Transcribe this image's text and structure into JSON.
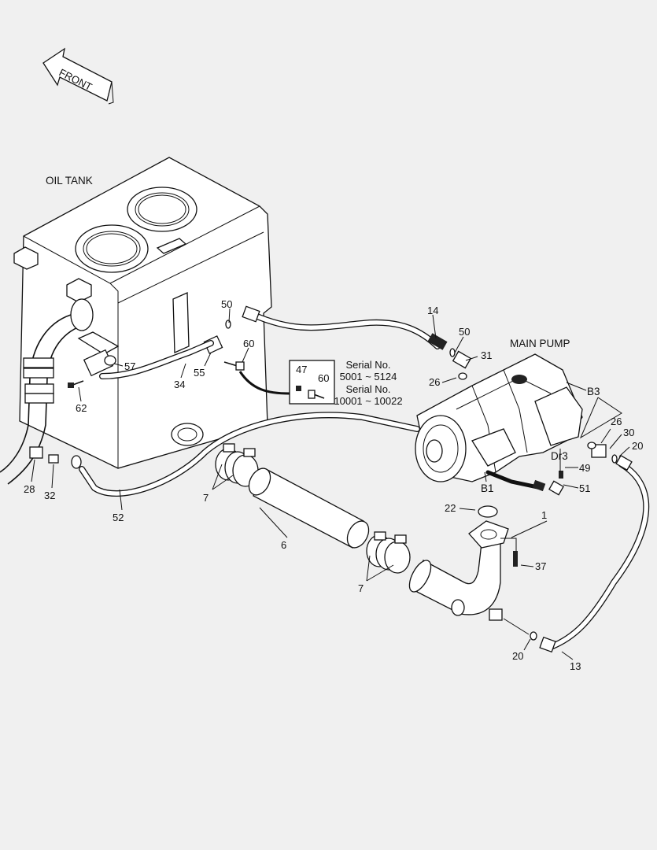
{
  "arrow": {
    "label": "FRONT"
  },
  "titles": {
    "oil_tank": "OIL TANK",
    "main_pump": "MAIN PUMP"
  },
  "serial_box": {
    "header": "Serial No.",
    "range_1": "5001 ~ 5124",
    "header_2": "Serial No.",
    "range_2": "10001 ~ 10022",
    "parts": [
      "47",
      "60"
    ]
  },
  "ports": {
    "b1": "B1",
    "b3": "B3",
    "dr3": "Dr3"
  },
  "callouts": {
    "c1": "1",
    "c6": "6",
    "c7a": "7",
    "c7b": "7",
    "c13": "13",
    "c14": "14",
    "c20a": "20",
    "c20b": "20",
    "c22": "22",
    "c26a": "26",
    "c26b": "26",
    "c28": "28",
    "c30": "30",
    "c31": "31",
    "c32": "32",
    "c34": "34",
    "c37": "37",
    "c49": "49",
    "c50a": "50",
    "c50b": "50",
    "c51": "51",
    "c52": "52",
    "c55": "55",
    "c57": "57",
    "c60": "60",
    "c62": "62"
  }
}
